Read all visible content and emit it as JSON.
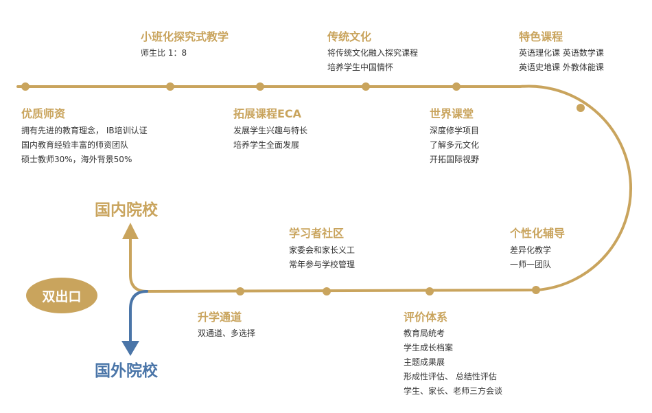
{
  "colors": {
    "gold": "#c9a45d",
    "blue": "#4a75a8",
    "text": "#333333"
  },
  "stations": [
    {
      "id": "small-class",
      "title": "小班化探究式教学",
      "lines": [
        "师生比 1：8"
      ]
    },
    {
      "id": "culture",
      "title": "传统文化",
      "lines": [
        "将传统文化融入探究课程",
        "培养学生中国情怀"
      ]
    },
    {
      "id": "special-courses",
      "title": "特色课程",
      "lines": [
        "英语理化课  英语数学课",
        "英语史地课  外教体能课"
      ]
    },
    {
      "id": "teachers",
      "title": "优质师资",
      "lines": [
        "拥有先进的教育理念，  IB培训认证",
        "国内教育经验丰富的师资团队",
        "硕士教师30%，海外背景50%"
      ]
    },
    {
      "id": "eca",
      "title": "拓展课程ECA",
      "lines": [
        "发展学生兴趣与特长",
        "培养学生全面发展"
      ]
    },
    {
      "id": "world-classroom",
      "title": "世界课堂",
      "lines": [
        "深度修学项目",
        "了解多元文化",
        "开拓国际视野"
      ]
    },
    {
      "id": "learning-community",
      "title": "学习者社区",
      "lines": [
        "家委会和家长义工",
        "常年参与学校管理"
      ]
    },
    {
      "id": "personal-tutoring",
      "title": "个性化辅导",
      "lines": [
        "差异化教学",
        "一师一团队"
      ]
    },
    {
      "id": "pathway",
      "title": "升学通道",
      "lines": [
        "双通道、多选择"
      ]
    },
    {
      "id": "evaluation",
      "title": "评价体系",
      "lines": [
        "教育局统考",
        "学生成长档案",
        "主题成果展",
        "形成性评估、 总结性评估",
        "学生、家长、老师三方会谈"
      ]
    }
  ],
  "exits": {
    "badge": "双出口",
    "domestic": "国内院校",
    "overseas": "国外院校"
  }
}
